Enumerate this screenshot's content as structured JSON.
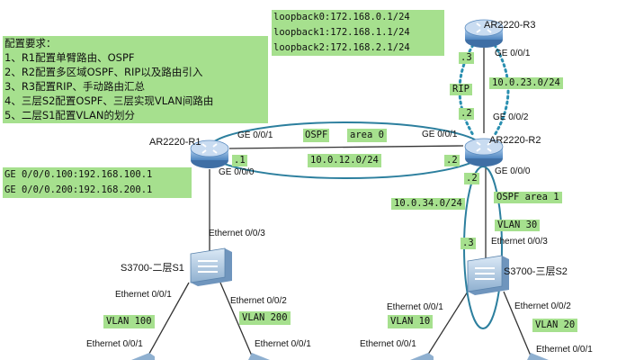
{
  "colors": {
    "label_bg": "#a6e08e",
    "link": "#333333",
    "ospf_ellipse": "#2c7f9e",
    "rip_dots": "#2a8fb0",
    "router": "#7aa9d8",
    "switch": "#8fb8dc"
  },
  "requirements": {
    "title": "配置要求：",
    "items": [
      "1、R1配置单臂路由、OSPF",
      "2、R2配置多区域OSPF、RIP以及路由引入",
      "3、R3配置RIP、手动路由汇总",
      "4、三层S2配置OSPF、三层实现VLAN间路由",
      "5、二层S1配置VLAN的划分"
    ]
  },
  "loopbacks": [
    "loopback0:172.168.0.1/24",
    "loopback1:172.168.1.1/24",
    "loopback2:172.168.2.1/24"
  ],
  "r1_subifs": [
    "GE 0/0/0.100:192.168.100.1",
    "GE 0/0/0.200:192.168.200.1"
  ],
  "devices": {
    "r1": {
      "name": "AR2220-R1",
      "icon": "router-icon"
    },
    "r2": {
      "name": "AR2220-R2",
      "icon": "router-icon"
    },
    "r3": {
      "name": "AR2220-R3",
      "icon": "router-icon"
    },
    "s1": {
      "name": "S3700-二层S1",
      "icon": "switch-icon"
    },
    "s2": {
      "name": "S3700-三层S2",
      "icon": "switch-icon"
    }
  },
  "links": {
    "r1_r2": {
      "r1_port": "GE 0/0/1",
      "r2_port": "GE 0/0/1",
      "r1_host": ".1",
      "r2_host": ".2",
      "subnet": "10.0.12.0/24",
      "proto": "OSPF",
      "area": "area 0"
    },
    "r2_r3": {
      "r3_port": "GE 0/0/1",
      "r2_port": "GE 0/0/2",
      "r3_host": ".3",
      "r2_host": ".2",
      "subnet": "10.0.23.0/24",
      "proto": "RIP"
    },
    "r2_s2": {
      "r2_port": "GE 0/0/0",
      "s2_port": "Ethernet 0/0/3",
      "r2_host": ".2",
      "s2_host": ".3",
      "subnet": "10.0.34.0/24",
      "area": "OSPF area 1",
      "vlan": "VLAN 30"
    },
    "r1_s1": {
      "r1_port": "GE 0/0/0",
      "s1_port": "Ethernet 0/0/3"
    }
  },
  "s1_ports": {
    "left": "Ethernet 0/0/1",
    "right": "Ethernet 0/0/2",
    "left_vlan": "VLAN 100",
    "right_vlan": "VLAN 200",
    "pc_left_port": "Ethernet 0/0/1",
    "pc_right_port": "Ethernet 0/0/1"
  },
  "s2_ports": {
    "left": "Ethernet 0/0/1",
    "right": "Ethernet 0/0/2",
    "left_vlan": "VLAN 10",
    "right_vlan": "VLAN 20",
    "pc_left_port": "Ethernet 0/0/1",
    "pc_right_port": "Ethernet 0/0/1"
  }
}
